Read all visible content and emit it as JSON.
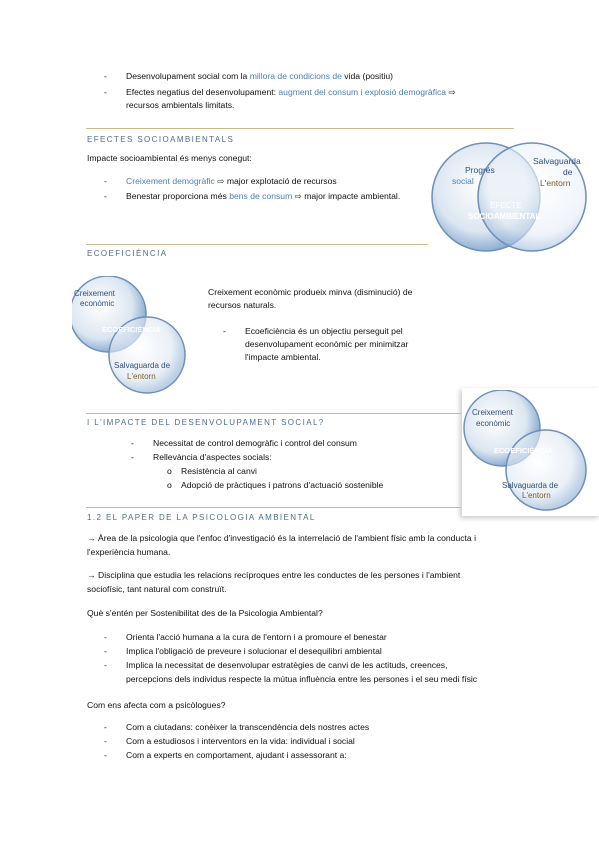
{
  "top_bullets": [
    {
      "pre": "Desenvolupament social com la ",
      "hl": "millora de condicions de",
      "post": " vida (positiu)"
    },
    {
      "pre": "Efectes negatius del desenvolupament: ",
      "hl": "augment del consum i explosió demogràfica",
      "post": " ⇨"
    }
  ],
  "top_bullet_cont": "recursos ambientals limitats.",
  "s1": {
    "heading": "EFECTES SOCIOAMBIENTALS",
    "intro": "Impacte socioambiental és menys conegut:",
    "b1_hl": "Creixement demogràfic",
    "b1_post": " ⇨ major explotació de recursos",
    "b2_pre": "Benestar proporciona més ",
    "b2_hl": "bens de consum",
    "b2_post": " ⇨ major impacte ambiental."
  },
  "venn1": {
    "left_1": "Progrés",
    "left_2": "social",
    "right_1": "Salvaguarda",
    "right_2": "de",
    "right_3": "L'entorn",
    "center_1": "EFECTE",
    "center_2": "SOCIOAMBIENTAL"
  },
  "s2": {
    "heading": "ECOEFICIÈNCIA",
    "p1_l1": "Creixement econòmic produeix minva (disminució) de",
    "p1_l2": "recursos naturals.",
    "b_l1": "Ecoeficiència és un objectiu perseguit pel",
    "b_l2": "desenvolupament econòmic per minimitzar",
    "b_l3": "l'impacte ambiental."
  },
  "venn2": {
    "top_1": "Creixement",
    "top_2": "econòmic",
    "center": "ECOEFICIÈNCIA",
    "bottom_1": "Salvaguarda de",
    "bottom_2": "L'entorn"
  },
  "venn3": {
    "top_1": "Creixement",
    "top_2": "econòmic",
    "center": "ECOEFICIÈNCIA",
    "bottom_1": "Salvaguarda de",
    "bottom_2": "L'entorn"
  },
  "s3": {
    "heading": "I L'IMPACTE DEL DESENVOLUPAMENT SOCIAL?",
    "b1": "Necessitat de control demogràfic i control del consum",
    "b2": "Rellevància d'aspectes socials:",
    "sub1": "Resistència al canvi",
    "sub2": "Adopció de pràctiques i patrons d'actuació sostenible"
  },
  "s4": {
    "heading": "1.2 EL PAPER DE LA PSICOLOGIA AMBIENTAL",
    "a1_l1": "→ Àrea de la psicologia que l'enfoc d'investigació és la interrelació de l'ambient físic amb la conducta i",
    "a1_l2": "l'experiència humana.",
    "a2_l1": "→ Disciplina que estudia les relacions recíproques entre les conductes de les persones i l'ambient",
    "a2_l2": "sociofísic, tant natural com construït.",
    "q1": "Què s'entén per Sostenibilitat des de la Psicologia Ambiental?",
    "q1_b1": "Orienta l'acció humana a la cura de l'entorn i a promoure el benestar",
    "q1_b2": "Implica l'obligació de preveure i solucionar el desequilibri ambiental",
    "q1_b3_l1": "Implica la necessitat de desenvolupar estratègies de canvi de les actituds, creences,",
    "q1_b3_l2": "percepcions dels individus respecte la mútua influència entre les persones i el seu medi físic",
    "q2": "Com ens afecta com a psicòlogues?",
    "q2_b1": "Com a ciutadans: conèixer la transcendència dels nostres actes",
    "q2_b2": "Com a estudiosos i interventors en la vida: individual i social",
    "q2_b3": "Com a experts en comportament, ajudant i assessorant a:"
  },
  "colors": {
    "highlight": "#4a7fb5",
    "heading": "#4f6d8f",
    "rule": "#c9b98f",
    "circle_fill": "#8fafd4",
    "circle_stroke": "#6d8fb8"
  }
}
